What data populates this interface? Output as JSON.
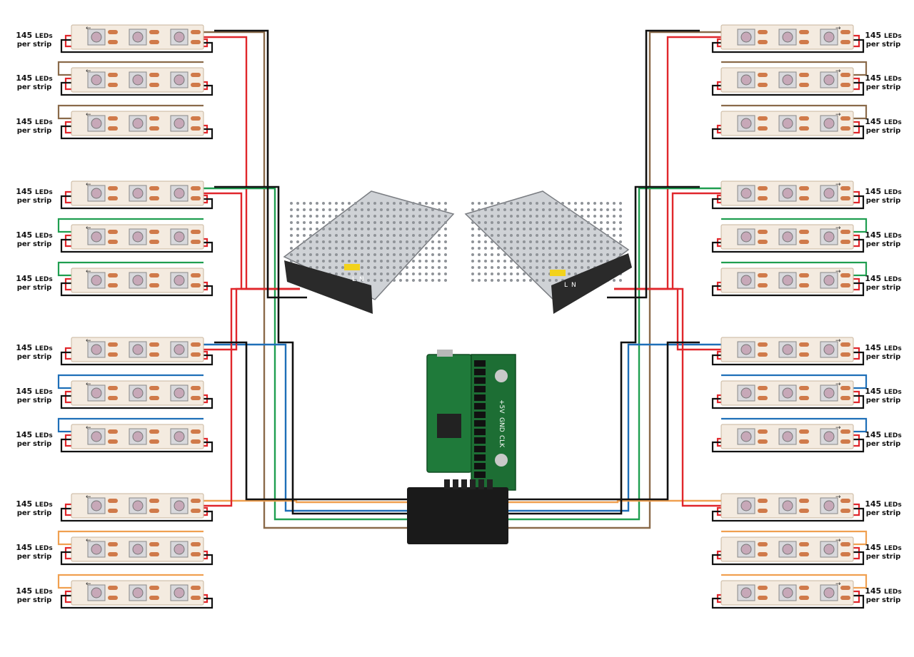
{
  "strip_label": {
    "count": "145",
    "unit": "LEDs",
    "per": "per strip"
  },
  "group_colors": [
    "#8a6a4a",
    "#1f9e50",
    "#1e6fb8",
    "#f0a050"
  ],
  "wire_colors": {
    "power": "#e0262b",
    "ground": "#111111"
  },
  "psu_labels": [
    "L",
    "N"
  ],
  "board_labels": [
    "+5V",
    "GND",
    "CLK"
  ]
}
